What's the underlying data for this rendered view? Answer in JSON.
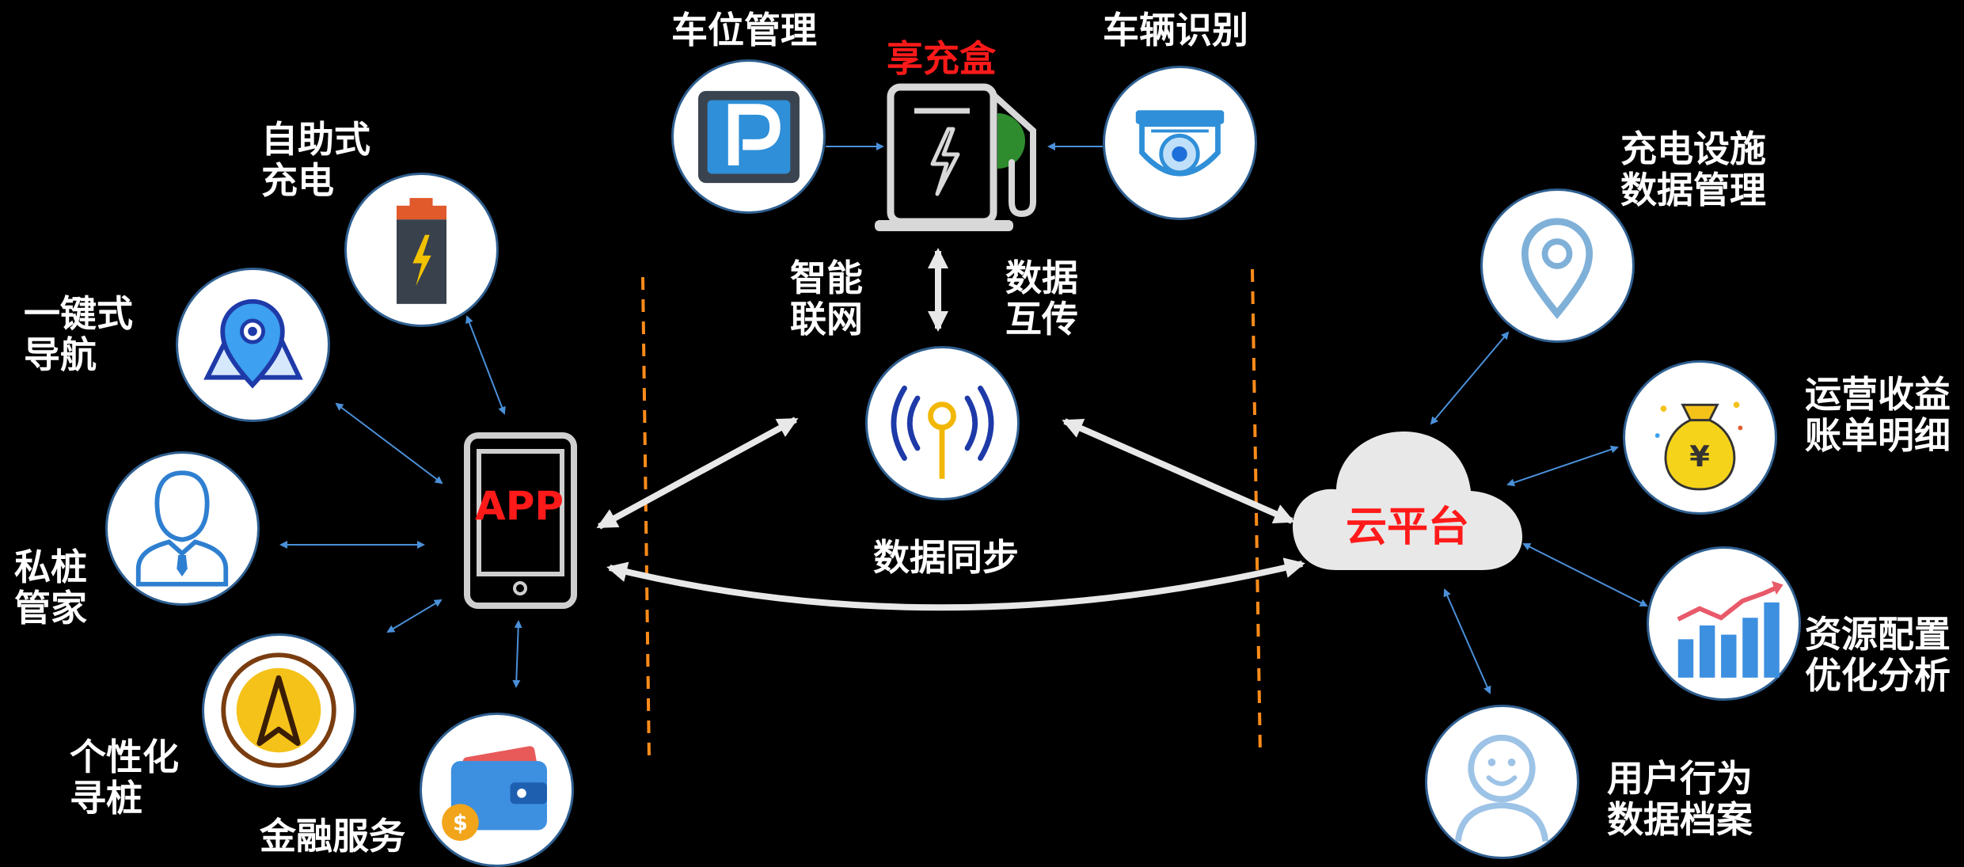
{
  "charger": {
    "title": "享充盒"
  },
  "top_nodes": {
    "parking_label": "车位管理",
    "vehicle_label": "车辆识别"
  },
  "center": {
    "left_label": "智能\n联网",
    "right_label": "数据\n互传",
    "sync_label": "数据同步"
  },
  "app": {
    "label": "APP",
    "features": {
      "self_charge": "自助式\n充电",
      "navigation": "一键式\n导航",
      "private_pile": "私桩\n管家",
      "find_pile": "个性化\n寻桩",
      "finance": "金融服务"
    }
  },
  "cloud": {
    "label": "云平台",
    "features": {
      "facility_data": "充电设施\n数据管理",
      "revenue": "运营收益\n账单明细",
      "resource": "资源配置\n优化分析",
      "user_behavior": "用户行为\n数据档案"
    }
  },
  "colors": {
    "accent_red": "#ff1a1a",
    "divider_orange": "#ff8c1a",
    "arrow_blue": "#4a90d9",
    "icon_blue": "#1e6fd9",
    "green": "#2e8b2e"
  }
}
